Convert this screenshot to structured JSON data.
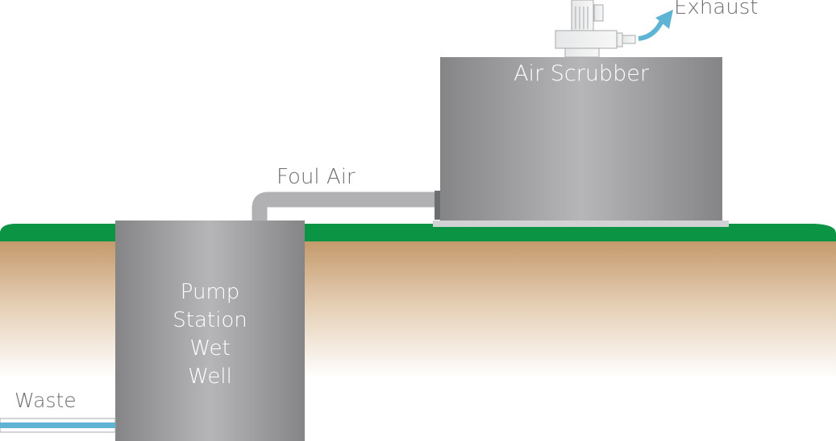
{
  "labels": {
    "exhaust": "Exhaust",
    "air_scrubber": "Air Scrubber",
    "foul_air": "Foul Air",
    "pump_station": [
      "Pump",
      "Station",
      "Wet",
      "Well"
    ],
    "waste": "Waste"
  },
  "colors": {
    "grass": "#0b9444",
    "soil_top": "#c49a6c",
    "tank_gray": "#8a8a8c",
    "tank_highlight": "#b3b3b5",
    "pipe_gray": "#b1b1b3",
    "exhaust_arrow": "#5fb4d3",
    "waste_pipe": "#5fb4d3",
    "label_gray": "#6d6e70"
  },
  "icons": {
    "fan": "blower-fan-icon",
    "arrow": "curved-arrow-icon"
  }
}
